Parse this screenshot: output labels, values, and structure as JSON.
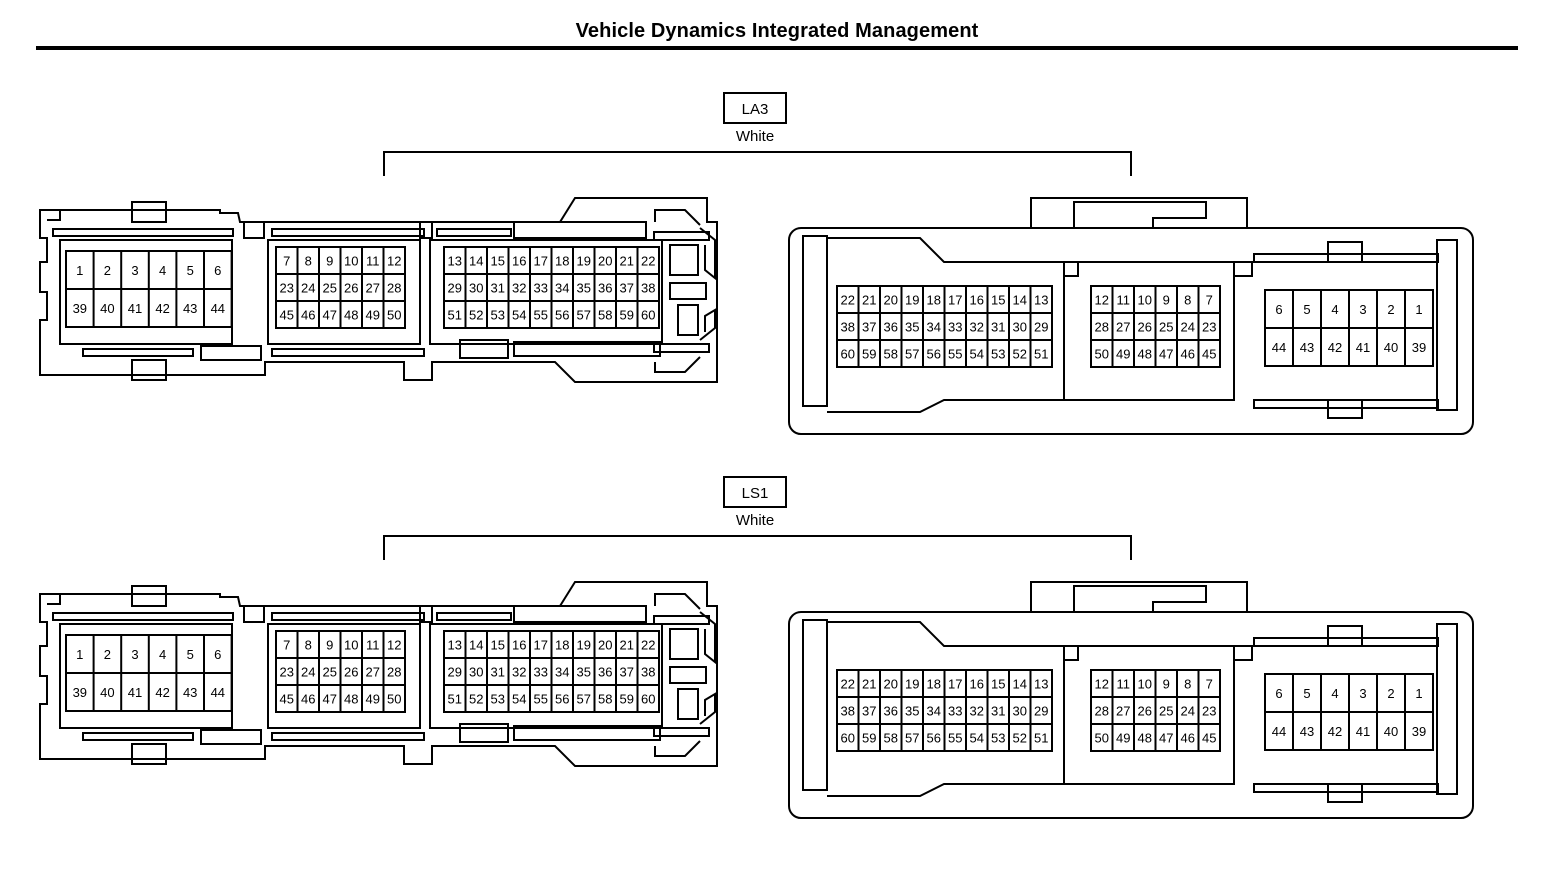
{
  "title": "Vehicle Dynamics Integrated Management",
  "connectors": [
    {
      "id": "LA3",
      "color": "White",
      "male": {
        "blocks": [
          {
            "rows": [
              [
                "1",
                "2",
                "3",
                "4",
                "5",
                "6"
              ],
              [
                "39",
                "40",
                "41",
                "42",
                "43",
                "44"
              ]
            ]
          },
          {
            "rows": [
              [
                "7",
                "8",
                "9",
                "10",
                "11",
                "12"
              ],
              [
                "23",
                "24",
                "25",
                "26",
                "27",
                "28"
              ],
              [
                "45",
                "46",
                "47",
                "48",
                "49",
                "50"
              ]
            ]
          },
          {
            "rows": [
              [
                "13",
                "14",
                "15",
                "16",
                "17",
                "18",
                "19",
                "20",
                "21",
                "22"
              ],
              [
                "29",
                "30",
                "31",
                "32",
                "33",
                "34",
                "35",
                "36",
                "37",
                "38"
              ],
              [
                "51",
                "52",
                "53",
                "54",
                "55",
                "56",
                "57",
                "58",
                "59",
                "60"
              ]
            ]
          }
        ]
      },
      "female": {
        "blocks": [
          {
            "rows": [
              [
                "22",
                "21",
                "20",
                "19",
                "18",
                "17",
                "16",
                "15",
                "14",
                "13"
              ],
              [
                "38",
                "37",
                "36",
                "35",
                "34",
                "33",
                "32",
                "31",
                "30",
                "29"
              ],
              [
                "60",
                "59",
                "58",
                "57",
                "56",
                "55",
                "54",
                "53",
                "52",
                "51"
              ]
            ]
          },
          {
            "rows": [
              [
                "12",
                "11",
                "10",
                "9",
                "8",
                "7"
              ],
              [
                "28",
                "27",
                "26",
                "25",
                "24",
                "23"
              ],
              [
                "50",
                "49",
                "48",
                "47",
                "46",
                "45"
              ]
            ]
          },
          {
            "rows": [
              [
                "6",
                "5",
                "4",
                "3",
                "2",
                "1"
              ],
              [
                "44",
                "43",
                "42",
                "41",
                "40",
                "39"
              ]
            ]
          }
        ]
      }
    },
    {
      "id": "LS1",
      "color": "White",
      "male": {
        "blocks": [
          {
            "rows": [
              [
                "1",
                "2",
                "3",
                "4",
                "5",
                "6"
              ],
              [
                "39",
                "40",
                "41",
                "42",
                "43",
                "44"
              ]
            ]
          },
          {
            "rows": [
              [
                "7",
                "8",
                "9",
                "10",
                "11",
                "12"
              ],
              [
                "23",
                "24",
                "25",
                "26",
                "27",
                "28"
              ],
              [
                "45",
                "46",
                "47",
                "48",
                "49",
                "50"
              ]
            ]
          },
          {
            "rows": [
              [
                "13",
                "14",
                "15",
                "16",
                "17",
                "18",
                "19",
                "20",
                "21",
                "22"
              ],
              [
                "29",
                "30",
                "31",
                "32",
                "33",
                "34",
                "35",
                "36",
                "37",
                "38"
              ],
              [
                "51",
                "52",
                "53",
                "54",
                "55",
                "56",
                "57",
                "58",
                "59",
                "60"
              ]
            ]
          }
        ]
      },
      "female": {
        "blocks": [
          {
            "rows": [
              [
                "22",
                "21",
                "20",
                "19",
                "18",
                "17",
                "16",
                "15",
                "14",
                "13"
              ],
              [
                "38",
                "37",
                "36",
                "35",
                "34",
                "33",
                "32",
                "31",
                "30",
                "29"
              ],
              [
                "60",
                "59",
                "58",
                "57",
                "56",
                "55",
                "54",
                "53",
                "52",
                "51"
              ]
            ]
          },
          {
            "rows": [
              [
                "12",
                "11",
                "10",
                "9",
                "8",
                "7"
              ],
              [
                "28",
                "27",
                "26",
                "25",
                "24",
                "23"
              ],
              [
                "50",
                "49",
                "48",
                "47",
                "46",
                "45"
              ]
            ]
          },
          {
            "rows": [
              [
                "6",
                "5",
                "4",
                "3",
                "2",
                "1"
              ],
              [
                "44",
                "43",
                "42",
                "41",
                "40",
                "39"
              ]
            ]
          }
        ]
      }
    }
  ]
}
